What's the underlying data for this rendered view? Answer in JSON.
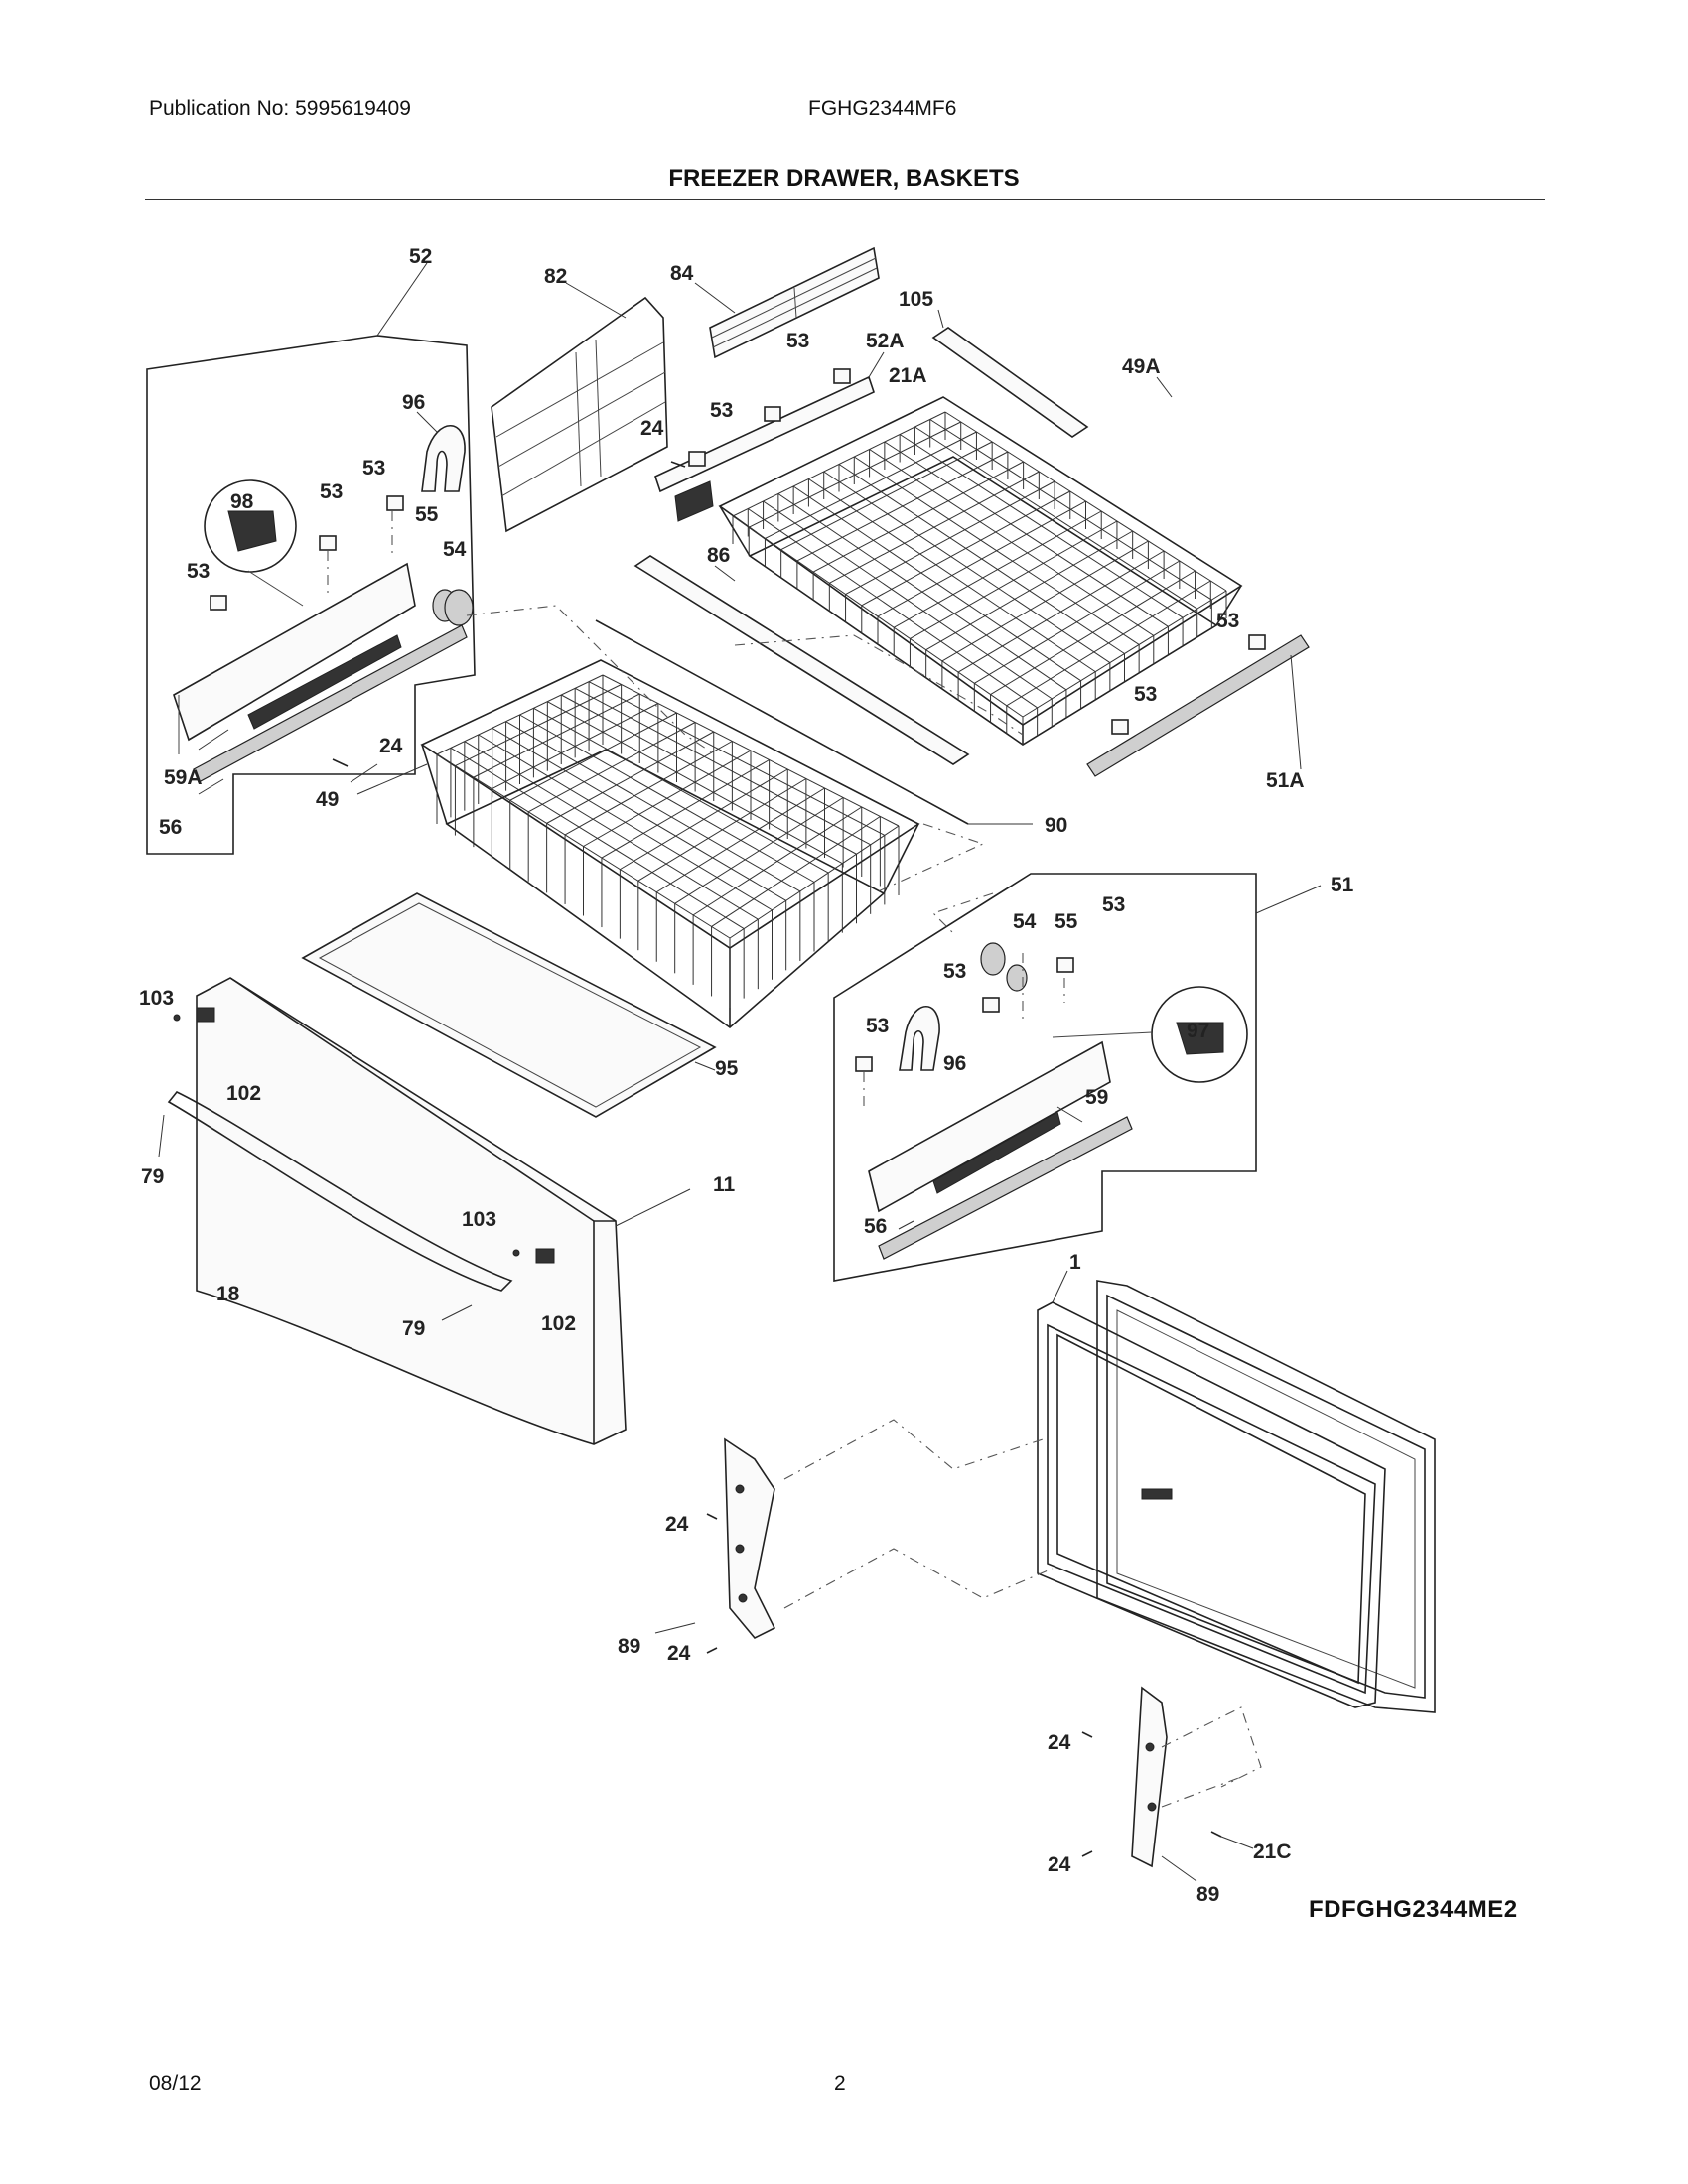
{
  "header": {
    "publication": "Publication No: 5995619409",
    "model": "FGHG2344MF6",
    "title": "FREEZER DRAWER, BASKETS"
  },
  "footer": {
    "date": "08/12",
    "page": "2",
    "figure_id": "FDFGHG2344ME2"
  },
  "callouts": {
    "c52": "52",
    "c82": "82",
    "c84": "84",
    "c105": "105",
    "c52a": "52A",
    "c21a": "21A",
    "c53_top1": "53",
    "c53_top2": "53",
    "c24_top": "24",
    "c49a": "49A",
    "c86": "86",
    "c96_left": "96",
    "c98": "98",
    "c53_l1": "53",
    "c53_l2": "53",
    "c53_l3": "53",
    "c55_left": "55",
    "c54_left": "54",
    "c59a": "59A",
    "c56_left": "56",
    "c24_left": "24",
    "c49": "49",
    "c53_r1": "53",
    "c53_r2": "53",
    "c51a": "51A",
    "c90": "90",
    "c51": "51",
    "c54_right": "54",
    "c55_right": "55",
    "c53_right1": "53",
    "c53_right2": "53",
    "c53_right3": "53",
    "c96_right": "96",
    "c97": "97",
    "c59": "59",
    "c56_right": "56",
    "c103_top": "103",
    "c102_top": "102",
    "c79_left": "79",
    "c95": "95",
    "c11": "11",
    "c103_mid": "103",
    "c18": "18",
    "c79_mid": "79",
    "c102_mid": "102",
    "c1": "1",
    "c24_b1": "24",
    "c89_left": "89",
    "c24_b2": "24",
    "c24_b3": "24",
    "c21c": "21C",
    "c24_b4": "24",
    "c89_right": "89"
  }
}
